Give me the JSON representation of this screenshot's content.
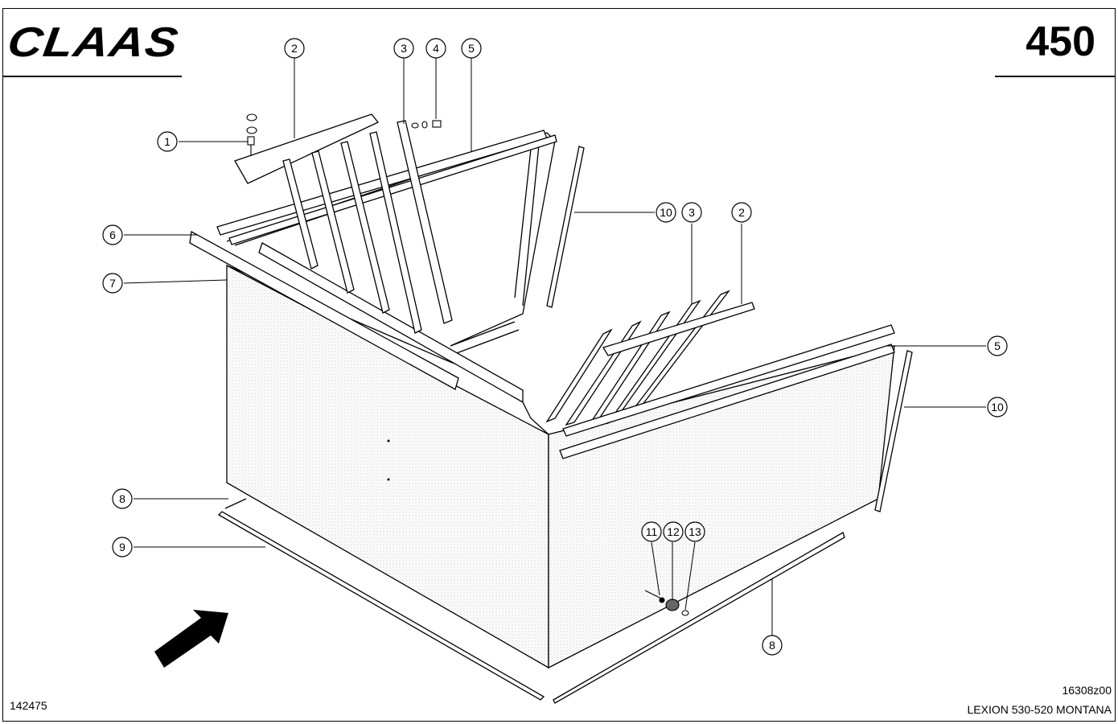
{
  "header": {
    "brand": "CLAAS",
    "page_number": "450"
  },
  "footer": {
    "left_code": "142475",
    "drawing_code": "16308z00",
    "model": "LEXION 530-520 MONTANA"
  },
  "callouts": [
    {
      "id": "callout-1",
      "label": "1"
    },
    {
      "id": "callout-2-top",
      "label": "2"
    },
    {
      "id": "callout-3-top",
      "label": "3"
    },
    {
      "id": "callout-4",
      "label": "4"
    },
    {
      "id": "callout-5-top",
      "label": "5"
    },
    {
      "id": "callout-6",
      "label": "6"
    },
    {
      "id": "callout-7",
      "label": "7"
    },
    {
      "id": "callout-10-top",
      "label": "10"
    },
    {
      "id": "callout-3-right",
      "label": "3"
    },
    {
      "id": "callout-2-right",
      "label": "2"
    },
    {
      "id": "callout-5-right",
      "label": "5"
    },
    {
      "id": "callout-10-right",
      "label": "10"
    },
    {
      "id": "callout-8-left",
      "label": "8"
    },
    {
      "id": "callout-9",
      "label": "9"
    },
    {
      "id": "callout-11",
      "label": "11"
    },
    {
      "id": "callout-12",
      "label": "12"
    },
    {
      "id": "callout-13",
      "label": "13"
    },
    {
      "id": "callout-8-right",
      "label": "8"
    }
  ],
  "colors": {
    "ink": "#000000",
    "stipple": "#d9d9d9",
    "paper": "#ffffff"
  },
  "icons": {
    "direction": "arrow-direction-icon"
  }
}
